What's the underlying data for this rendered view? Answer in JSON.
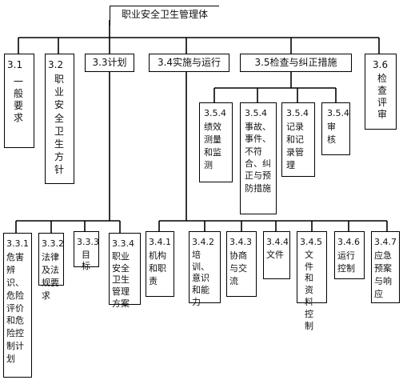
{
  "title": "职业安全卫生管理体",
  "level1": [
    {
      "id": "3.1",
      "label": "一般要求"
    },
    {
      "id": "3.2",
      "label": "职业安全卫生方针"
    },
    {
      "id": "3.3",
      "label": "计划"
    },
    {
      "id": "3.4",
      "label": "实施与运行"
    },
    {
      "id": "3.5",
      "label": "检查与纠正措施"
    },
    {
      "id": "3.6",
      "label": "检查评审"
    }
  ],
  "check_children": [
    {
      "id": "3.5.4",
      "label": "绩效测量和监测"
    },
    {
      "id": "3.5.4",
      "label": "事故、事件、不符合、纠正与预防措施"
    },
    {
      "id": "3.5.4",
      "label": "记录和记录管理"
    },
    {
      "id": "3.5.4",
      "label": "审核"
    }
  ],
  "plan_children": [
    {
      "id": "3.3.1",
      "label": "危害辨识、危险评价和危险控制计划"
    },
    {
      "id": "3.3.2",
      "label": "法律及法规要求"
    },
    {
      "id": "3.3.3",
      "label": "目标"
    },
    {
      "id": "3.3.4",
      "label": "职业安全卫生管理方案"
    }
  ],
  "impl_children": [
    {
      "id": "3.4.1",
      "label": "机构和职责"
    },
    {
      "id": "3.4.2",
      "label": "培训、意识和能力"
    },
    {
      "id": "3.4.3",
      "label": "协商与交流"
    },
    {
      "id": "3.4.4",
      "label": "文件"
    },
    {
      "id": "3.4.5",
      "label": "文件和资料控制"
    },
    {
      "id": "3.4.6",
      "label": "运行控制"
    },
    {
      "id": "3.4.7",
      "label": "应急预案与响应"
    }
  ]
}
